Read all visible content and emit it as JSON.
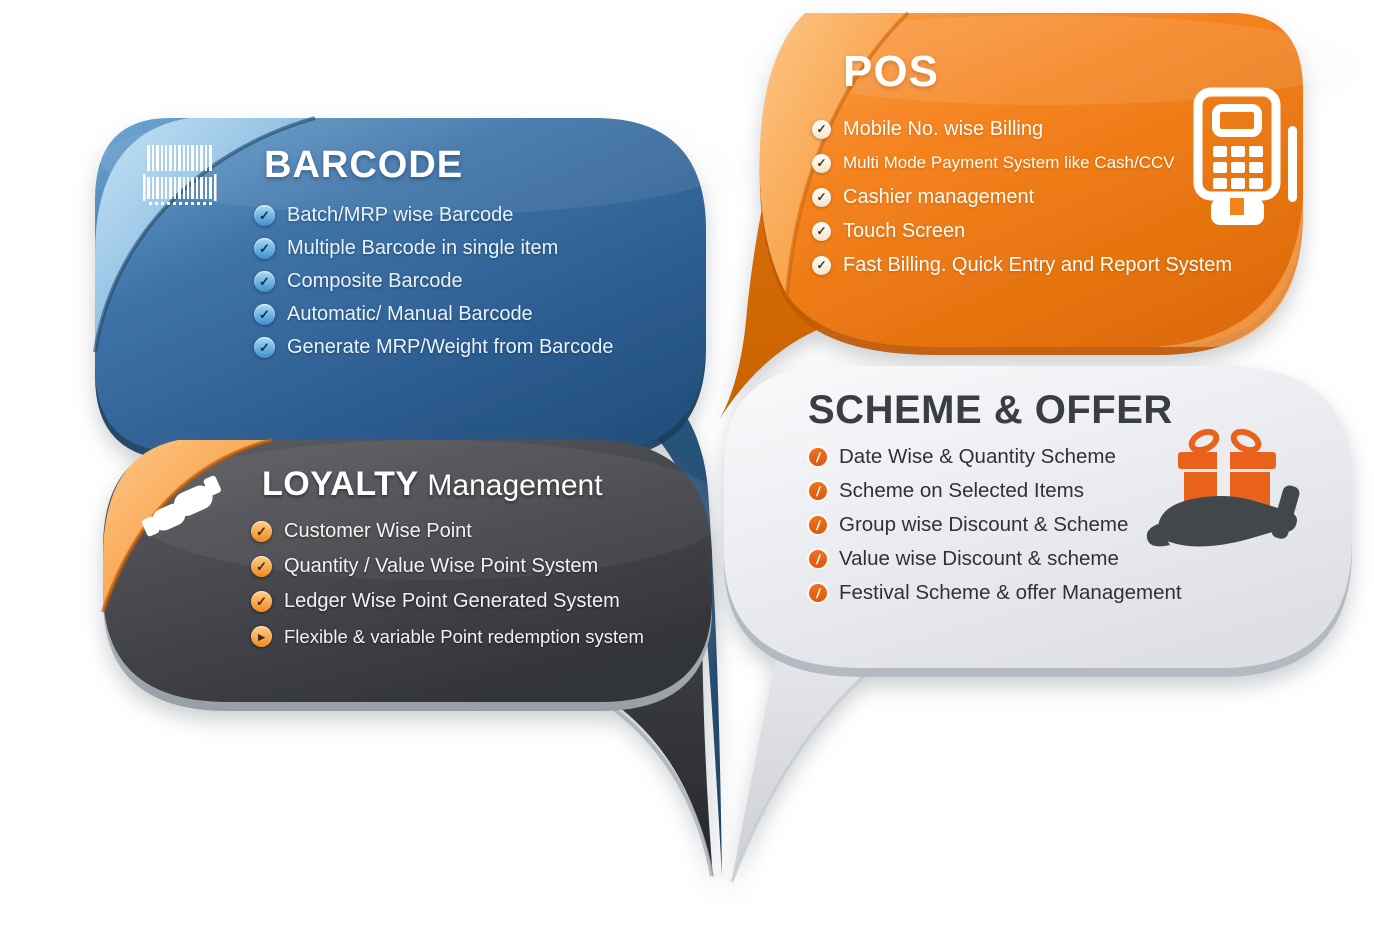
{
  "colors": {
    "barcode_panel": "#2F5F93",
    "pos_panel": "#F5831F",
    "loyalty_panel": "#47484D",
    "scheme_panel": "#ECEDF1",
    "accent_orange": "#E8621C",
    "scheme_title_text": "#3A3E44",
    "background": "#FFFFFF"
  },
  "icons": {
    "check": "✓",
    "arrow": "▸",
    "slash": "/"
  },
  "panels": {
    "barcode": {
      "title": "BARCODE",
      "corner_icon": "barcode-icon",
      "items": [
        "Batch/MRP wise Barcode",
        "Multiple Barcode in single item",
        "Composite Barcode",
        "Automatic/ Manual Barcode",
        "Generate MRP/Weight from Barcode"
      ]
    },
    "pos": {
      "title": "POS",
      "corner_icon": "pos-terminal-icon",
      "items": [
        "Mobile No. wise Billing",
        "Multi Mode Payment System like Cash/CCV",
        "Cashier management",
        "Touch Screen",
        "Fast Billing. Quick Entry and Report System"
      ]
    },
    "loyalty": {
      "title_bold": "LOYALTY",
      "title_rest": "Management",
      "corner_icon": "handshake-icon",
      "items": [
        "Customer Wise Point",
        "Quantity / Value Wise Point System",
        "Ledger Wise Point Generated System",
        "Flexible & variable Point redemption system"
      ]
    },
    "scheme": {
      "title": "SCHEME & OFFER",
      "corner_icon": "gift-in-hand-icon",
      "items": [
        "Date Wise & Quantity Scheme",
        "Scheme on Selected Items",
        "Group wise Discount & Scheme",
        "Value wise Discount & scheme",
        "Festival Scheme & offer Management"
      ]
    }
  }
}
